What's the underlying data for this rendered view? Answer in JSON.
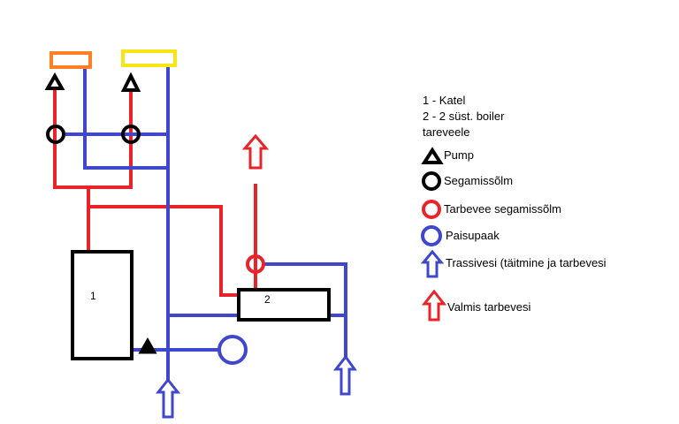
{
  "colors": {
    "red": "#e8232a",
    "blue": "#3f48cc",
    "black": "#000000",
    "orange": "#ff7f27",
    "yellow": "#f5e616"
  },
  "diagram": {
    "boiler_label": "1",
    "tank_label": "2"
  },
  "legend": {
    "line1": "1 - Katel",
    "line2": "2 - 2 süst. boiler",
    "line3": "tareveele",
    "items": [
      {
        "icon": "triangle-icon",
        "label": "Pump"
      },
      {
        "icon": "black-circle-icon",
        "label": "Segamissõlm"
      },
      {
        "icon": "red-circle-icon",
        "label": "Tarbevee segamissõlm"
      },
      {
        "icon": "blue-circle-icon",
        "label": "Paisupaak"
      },
      {
        "icon": "blue-arrow-up-icon",
        "label": "Trassivesi (täitmine ja tarbevesi"
      },
      {
        "icon": "red-arrow-up-icon",
        "label": "Valmis tarbevesi"
      }
    ]
  }
}
